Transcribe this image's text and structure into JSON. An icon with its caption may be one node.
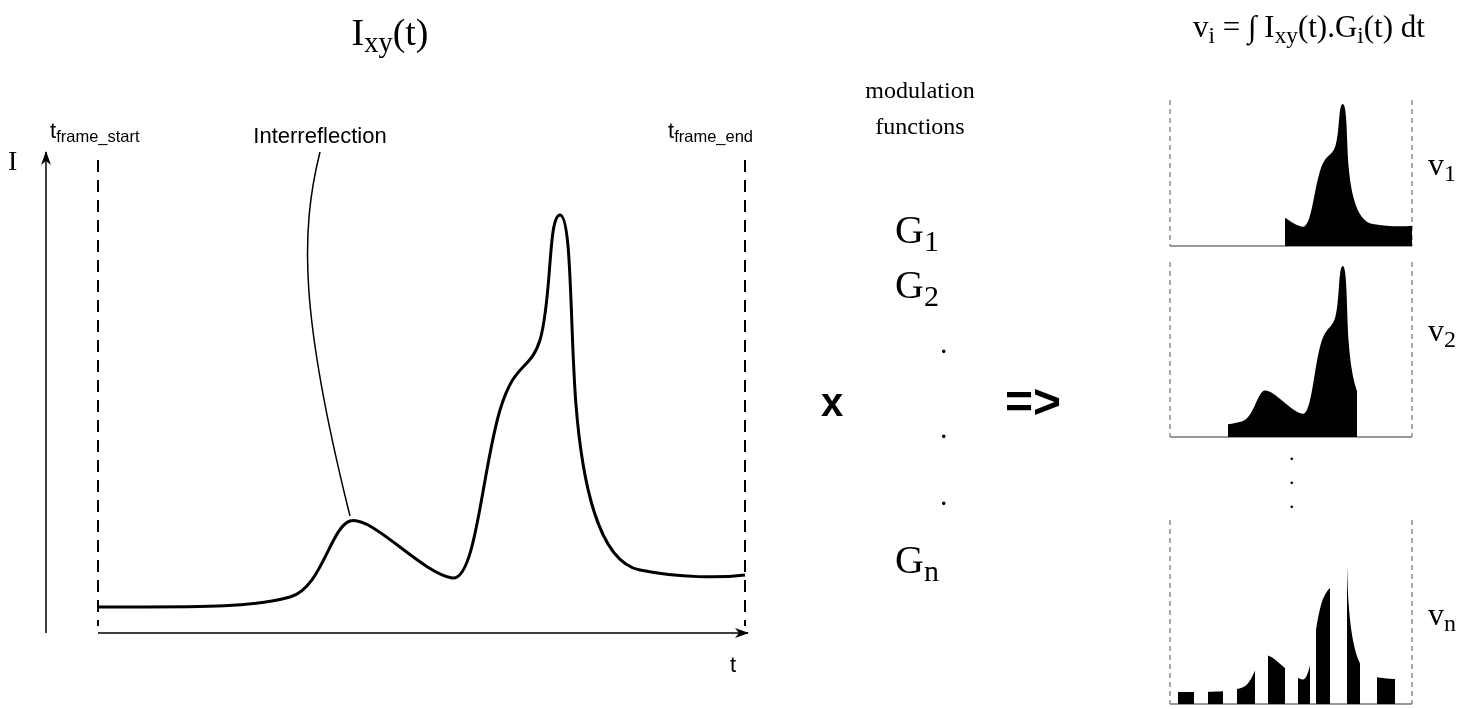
{
  "diagram": {
    "nodes": [
      {
        "text": [
          "Interreflection"
        ]
      },
      {
        "text": [],
        "shape": "curve"
      }
    ],
    "edges": [
      {
        "from": 0,
        "to": 1,
        "arrow": "none"
      }
    ],
    "labels": [
      "I$_{xy}$(t)",
      "v$_{i}$ = ∫ I$_{xy}$(t).G$_{i}$(t) dt",
      "t$_{frame_start}$",
      "t$_{frame_end}$",
      "I",
      "t",
      "modulation functions",
      "x",
      "G$_{1}$",
      "G$_{2}$",
      ".",
      ".",
      ".",
      "G$_{n}$",
      "=>",
      "v$_{1}$",
      "v$_{2}$",
      ".",
      ".",
      ".",
      "v$_{n}$"
    ]
  }
}
